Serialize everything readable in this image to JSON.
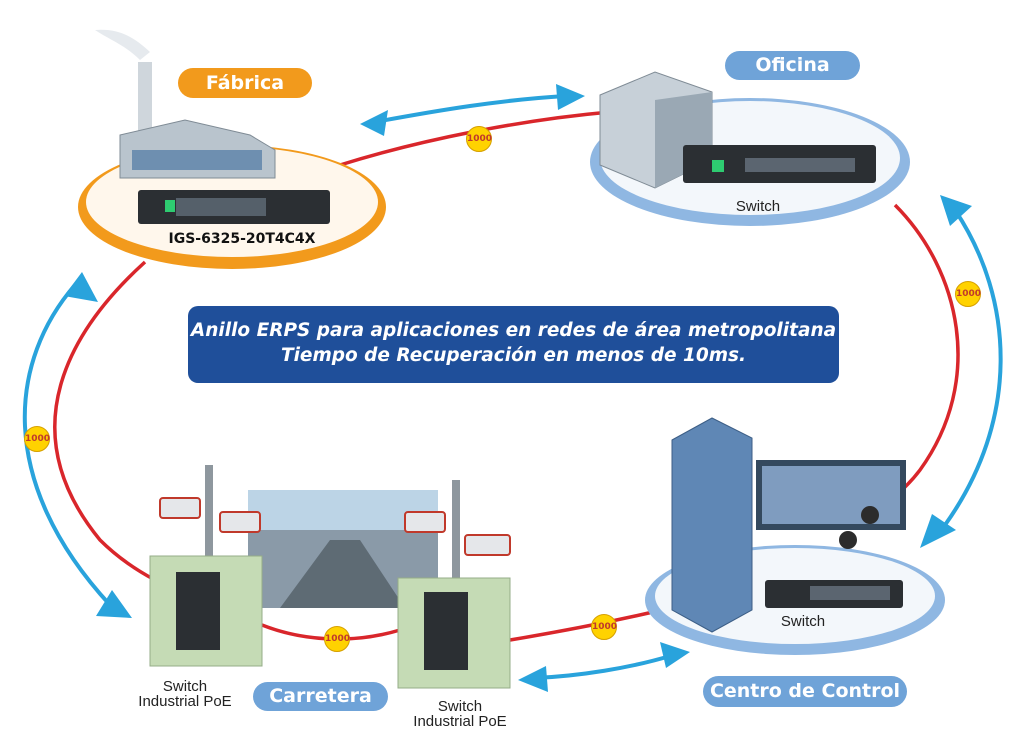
{
  "sites": {
    "factory": "Fábrica",
    "office": "Oficina",
    "road": "Carretera",
    "control": "Centro de Control"
  },
  "banner": {
    "line1": "Anillo ERPS para aplicaciones en redes de área metropolitana",
    "line2": "Tiempo de Recuperación en menos de 10ms."
  },
  "devices": {
    "factory_model": "IGS-6325-20T4C4X",
    "office_switch": "Switch",
    "control_switch": "Switch",
    "poe_left_line1": "Switch",
    "poe_left_line2": "Industrial PoE",
    "poe_right_line1": "Switch",
    "poe_right_line2": "Industrial PoE"
  },
  "links": {
    "speed_top": "1000",
    "speed_right": "1000",
    "speed_left": "1000",
    "speed_bottom_left": "1000",
    "speed_bottom_right": "1000"
  },
  "colors": {
    "ring": "#d9262b",
    "arrow": "#29a3dc",
    "factory_accent": "#f29a1c",
    "site_blue": "#6fa3d8",
    "banner": "#1f4f9a"
  }
}
